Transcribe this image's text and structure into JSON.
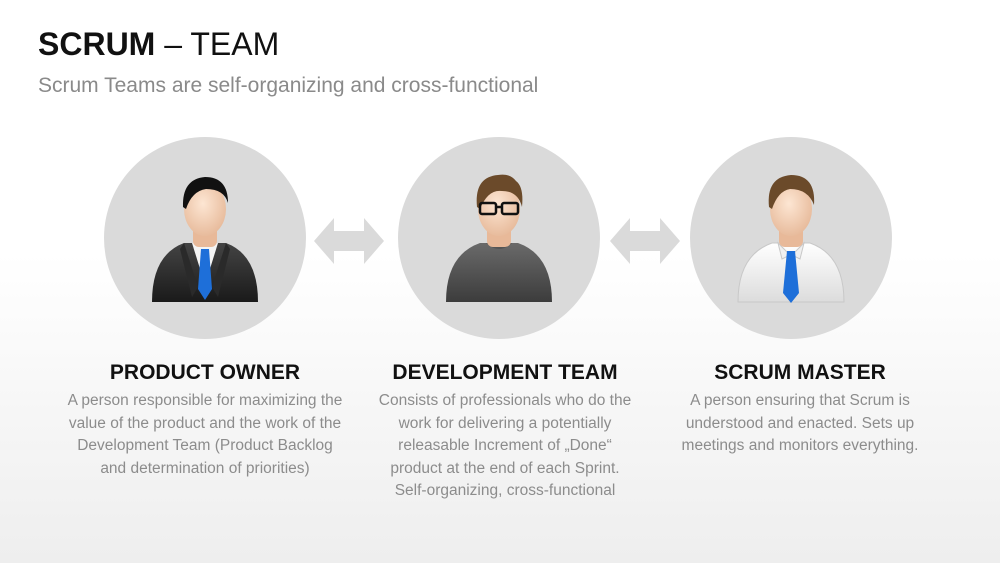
{
  "header": {
    "title_bold": "SCRUM",
    "title_rest": " – TEAM",
    "subtitle": "Scrum Teams are self-organizing and cross-functional"
  },
  "roles": [
    {
      "title": "PRODUCT OWNER",
      "icon": "businessman-suit-icon",
      "desc": [
        "A person responsible for maximizing the",
        "value of the product and the work of the",
        "Development Team (Product Backlog",
        "and determination of priorities)"
      ]
    },
    {
      "title": "DEVELOPMENT TEAM",
      "icon": "developer-glasses-icon",
      "desc": [
        "Consists of professionals who do the",
        "work for delivering a potentially",
        "releasable Increment of „Done“",
        "product at the end of each Sprint.",
        "Self-organizing, cross-functional"
      ]
    },
    {
      "title": "SCRUM MASTER",
      "icon": "shirt-tie-person-icon",
      "desc": [
        "A person ensuring that Scrum is",
        "understood and enacted. Sets up",
        "meetings and monitors everything."
      ]
    }
  ],
  "colors": {
    "circle": "#dadada",
    "arrow": "#dadada",
    "tie": "#1e6fd9",
    "title": "#111111",
    "muted": "#8c8c8c"
  }
}
